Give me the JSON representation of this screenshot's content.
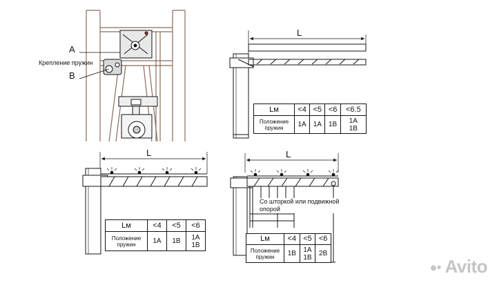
{
  "top_left": {
    "label_a": "A",
    "label_b": "B",
    "caption": "Крепление пружин"
  },
  "top_right": {
    "dim_label": "L",
    "table": {
      "header": [
        "Lм",
        "<4",
        "<5",
        "<6",
        "<6.5"
      ],
      "row_label": [
        "Положение",
        "пружин"
      ],
      "cells": [
        [
          "1A"
        ],
        [
          "1A"
        ],
        [
          "1B"
        ],
        [
          "1A",
          "1B"
        ]
      ]
    }
  },
  "bottom_left": {
    "dim_label": "L",
    "table": {
      "header": [
        "Lм",
        "<4",
        "<5",
        "<6"
      ],
      "row_label": [
        "Положение",
        "пружин"
      ],
      "cells": [
        [
          "1A"
        ],
        [
          "1B"
        ],
        [
          "1A",
          "1B"
        ]
      ]
    }
  },
  "bottom_right": {
    "dim_label": "L",
    "note": [
      "Со шторкой или подвижной",
      "опорой"
    ],
    "table": {
      "header": [
        "Lм",
        "<4",
        "<5",
        "<6"
      ],
      "row_label": [
        "Положение",
        "пружин"
      ],
      "cells": [
        [
          "1B"
        ],
        [
          "1A",
          "1B"
        ],
        [
          "2B"
        ]
      ]
    }
  },
  "watermark": "Avito",
  "colors": {
    "line": "#111111",
    "housing": "#9a7a6a"
  }
}
